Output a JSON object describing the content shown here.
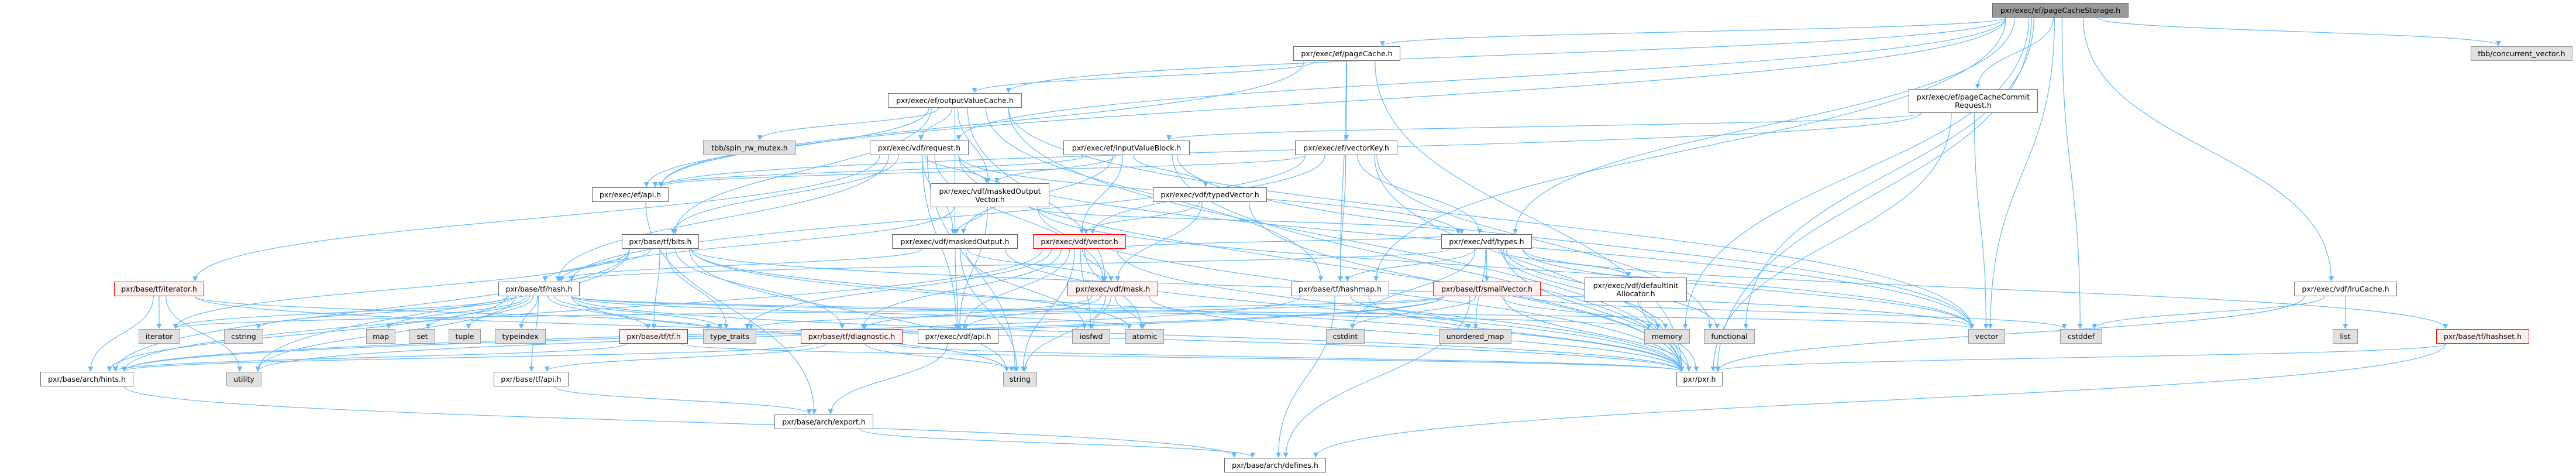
{
  "colors": {
    "edge": "#63b8ff",
    "node_border": "#666666",
    "incomplete_border": "#ff0000",
    "incomplete_fill": "#fff0f0",
    "system_fill": "#e0e0e0",
    "root_fill": "#999999"
  },
  "graph": {
    "nodes": [
      {
        "id": "root",
        "label": "pxr/exec/ef/pageCacheStorage.h",
        "kind": "root"
      },
      {
        "id": "pageCache",
        "label": "pxr/exec/ef/pageCache.h",
        "kind": "normal"
      },
      {
        "id": "concvec",
        "label": "tbb/concurrent_vector.h",
        "kind": "sys"
      },
      {
        "id": "ovc",
        "label": "pxr/exec/ef/outputValueCache.h",
        "kind": "normal"
      },
      {
        "id": "pccr",
        "label": "pxr/exec/ef/pageCacheCommit\nRequest.h",
        "kind": "normal"
      },
      {
        "id": "spin",
        "label": "tbb/spin_rw_mutex.h",
        "kind": "sys"
      },
      {
        "id": "request",
        "label": "pxr/exec/vdf/request.h",
        "kind": "normal"
      },
      {
        "id": "ivb",
        "label": "pxr/exec/ef/inputValueBlock.h",
        "kind": "normal"
      },
      {
        "id": "vectorKey",
        "label": "pxr/exec/ef/vectorKey.h",
        "kind": "normal"
      },
      {
        "id": "efapi",
        "label": "pxr/exec/ef/api.h",
        "kind": "normal"
      },
      {
        "id": "mov",
        "label": "pxr/exec/vdf/maskedOutput\nVector.h",
        "kind": "normal"
      },
      {
        "id": "typedVector",
        "label": "pxr/exec/vdf/typedVector.h",
        "kind": "normal"
      },
      {
        "id": "bits",
        "label": "pxr/base/tf/bits.h",
        "kind": "normal"
      },
      {
        "id": "mo",
        "label": "pxr/exec/vdf/maskedOutput.h",
        "kind": "normal"
      },
      {
        "id": "vdfvector",
        "label": "pxr/exec/vdf/vector.h",
        "kind": "red"
      },
      {
        "id": "types",
        "label": "pxr/exec/vdf/types.h",
        "kind": "normal"
      },
      {
        "id": "tfiterator",
        "label": "pxr/base/tf/iterator.h",
        "kind": "red"
      },
      {
        "id": "hash",
        "label": "pxr/base/tf/hash.h",
        "kind": "normal"
      },
      {
        "id": "mask",
        "label": "pxr/exec/vdf/mask.h",
        "kind": "red"
      },
      {
        "id": "hashmap",
        "label": "pxr/base/tf/hashmap.h",
        "kind": "normal"
      },
      {
        "id": "smallVector",
        "label": "pxr/base/tf/smallVector.h",
        "kind": "red"
      },
      {
        "id": "dia",
        "label": "pxr/exec/vdf/defaultInit\nAllocator.h",
        "kind": "normal"
      },
      {
        "id": "lru",
        "label": "pxr/exec/vdf/lruCache.h",
        "kind": "normal"
      },
      {
        "id": "iterator",
        "label": "iterator",
        "kind": "sys"
      },
      {
        "id": "cstring",
        "label": "cstring",
        "kind": "sys"
      },
      {
        "id": "map",
        "label": "map",
        "kind": "sys"
      },
      {
        "id": "set",
        "label": "set",
        "kind": "sys"
      },
      {
        "id": "tuple",
        "label": "tuple",
        "kind": "sys"
      },
      {
        "id": "typeindex",
        "label": "typeindex",
        "kind": "sys"
      },
      {
        "id": "tf",
        "label": "pxr/base/tf/tf.h",
        "kind": "red"
      },
      {
        "id": "type_traits",
        "label": "type_traits",
        "kind": "sys"
      },
      {
        "id": "diagnostic",
        "label": "pxr/base/tf/diagnostic.h",
        "kind": "red"
      },
      {
        "id": "vdfapi",
        "label": "pxr/exec/vdf/api.h",
        "kind": "normal"
      },
      {
        "id": "iosfwd",
        "label": "iosfwd",
        "kind": "sys"
      },
      {
        "id": "atomic",
        "label": "atomic",
        "kind": "sys"
      },
      {
        "id": "cstdint",
        "label": "cstdint",
        "kind": "sys"
      },
      {
        "id": "unordered_map",
        "label": "unordered_map",
        "kind": "sys"
      },
      {
        "id": "memory",
        "label": "memory",
        "kind": "sys"
      },
      {
        "id": "functional",
        "label": "functional",
        "kind": "sys"
      },
      {
        "id": "vector",
        "label": "vector",
        "kind": "sys"
      },
      {
        "id": "cstddef",
        "label": "cstddef",
        "kind": "sys"
      },
      {
        "id": "list",
        "label": "list",
        "kind": "sys"
      },
      {
        "id": "hashset",
        "label": "pxr/base/tf/hashset.h",
        "kind": "red"
      },
      {
        "id": "hints",
        "label": "pxr/base/arch/hints.h",
        "kind": "normal"
      },
      {
        "id": "utility",
        "label": "utility",
        "kind": "sys"
      },
      {
        "id": "tfapi",
        "label": "pxr/base/tf/api.h",
        "kind": "normal"
      },
      {
        "id": "string",
        "label": "string",
        "kind": "sys"
      },
      {
        "id": "pxr",
        "label": "pxr/pxr.h",
        "kind": "normal"
      },
      {
        "id": "export",
        "label": "pxr/base/arch/export.h",
        "kind": "normal"
      },
      {
        "id": "defines",
        "label": "pxr/base/arch/defines.h",
        "kind": "normal"
      }
    ],
    "edges": [
      [
        "root",
        "pageCache"
      ],
      [
        "root",
        "concvec"
      ],
      [
        "root",
        "pccr"
      ],
      [
        "root",
        "ovc"
      ],
      [
        "root",
        "request"
      ],
      [
        "root",
        "efapi"
      ],
      [
        "root",
        "types"
      ],
      [
        "root",
        "lru"
      ],
      [
        "root",
        "vector"
      ],
      [
        "root",
        "cstddef"
      ],
      [
        "root",
        "functional"
      ],
      [
        "root",
        "memory"
      ],
      [
        "root",
        "pxr"
      ],
      [
        "root",
        "hashmap"
      ],
      [
        "pageCache",
        "vectorKey"
      ],
      [
        "pageCache",
        "ovc"
      ],
      [
        "pageCache",
        "pxr"
      ],
      [
        "pageCache",
        "efapi"
      ],
      [
        "pageCache",
        "hashmap"
      ],
      [
        "pccr",
        "ivb"
      ],
      [
        "pccr",
        "vector"
      ],
      [
        "pccr",
        "pxr"
      ],
      [
        "pccr",
        "efapi"
      ],
      [
        "ovc",
        "spin"
      ],
      [
        "ovc",
        "request"
      ],
      [
        "ovc",
        "mov"
      ],
      [
        "ovc",
        "efapi"
      ],
      [
        "ovc",
        "bits"
      ],
      [
        "ovc",
        "hashmap"
      ],
      [
        "ovc",
        "vector"
      ],
      [
        "ovc",
        "pxr"
      ],
      [
        "ovc",
        "mo"
      ],
      [
        "ovc",
        "mask"
      ],
      [
        "request",
        "mov"
      ],
      [
        "request",
        "mo"
      ],
      [
        "request",
        "mask"
      ],
      [
        "request",
        "vdfapi"
      ],
      [
        "request",
        "bits"
      ],
      [
        "request",
        "hash"
      ],
      [
        "request",
        "tfiterator"
      ],
      [
        "request",
        "types"
      ],
      [
        "request",
        "vector"
      ],
      [
        "request",
        "pxr"
      ],
      [
        "request",
        "string"
      ],
      [
        "ivb",
        "efapi"
      ],
      [
        "ivb",
        "typedVector"
      ],
      [
        "ivb",
        "mo"
      ],
      [
        "ivb",
        "mov"
      ],
      [
        "ivb",
        "vdfvector"
      ],
      [
        "ivb",
        "vector"
      ],
      [
        "ivb",
        "pxr"
      ],
      [
        "vectorKey",
        "efapi"
      ],
      [
        "vectorKey",
        "hashmap"
      ],
      [
        "vectorKey",
        "types"
      ],
      [
        "vectorKey",
        "hash"
      ],
      [
        "vectorKey",
        "pxr"
      ],
      [
        "vectorKey",
        "vdfvector"
      ],
      [
        "vectorKey",
        "functional"
      ],
      [
        "efapi",
        "export"
      ],
      [
        "mov",
        "mo"
      ],
      [
        "mov",
        "vdfapi"
      ],
      [
        "mov",
        "hash"
      ],
      [
        "mov",
        "pxr"
      ],
      [
        "mov",
        "types"
      ],
      [
        "mov",
        "vector"
      ],
      [
        "typedVector",
        "vdfvector"
      ],
      [
        "typedVector",
        "mask"
      ],
      [
        "typedVector",
        "pxr"
      ],
      [
        "bits",
        "hash"
      ],
      [
        "bits",
        "tf"
      ],
      [
        "bits",
        "type_traits"
      ],
      [
        "bits",
        "diagnostic"
      ],
      [
        "bits",
        "hints"
      ],
      [
        "bits",
        "iterator"
      ],
      [
        "bits",
        "utility"
      ],
      [
        "bits",
        "atomic"
      ],
      [
        "bits",
        "string"
      ],
      [
        "bits",
        "vector"
      ],
      [
        "bits",
        "pxr"
      ],
      [
        "mo",
        "mask"
      ],
      [
        "mo",
        "vdfapi"
      ],
      [
        "mo",
        "hash"
      ],
      [
        "mo",
        "string"
      ],
      [
        "mo",
        "pxr"
      ],
      [
        "mo",
        "iosfwd"
      ],
      [
        "vdfvector",
        "mask"
      ],
      [
        "vdfvector",
        "types"
      ],
      [
        "vdfvector",
        "diagnostic"
      ],
      [
        "vdfvector",
        "vdfapi"
      ],
      [
        "vdfvector",
        "type_traits"
      ],
      [
        "vdfvector",
        "iosfwd"
      ],
      [
        "vdfvector",
        "atomic"
      ],
      [
        "vdfvector",
        "string"
      ],
      [
        "vdfvector",
        "pxr"
      ],
      [
        "vdfvector",
        "hints"
      ],
      [
        "types",
        "hashmap"
      ],
      [
        "types",
        "smallVector"
      ],
      [
        "types",
        "dia"
      ],
      [
        "types",
        "memory"
      ],
      [
        "types",
        "functional"
      ],
      [
        "types",
        "cstdint"
      ],
      [
        "types",
        "unordered_map"
      ],
      [
        "types",
        "vector"
      ],
      [
        "types",
        "pxr"
      ],
      [
        "types",
        "hash"
      ],
      [
        "types",
        "hashset"
      ],
      [
        "tfiterator",
        "iterator"
      ],
      [
        "tfiterator",
        "hints"
      ],
      [
        "tfiterator",
        "utility"
      ],
      [
        "tfiterator",
        "type_traits"
      ],
      [
        "tfiterator",
        "pxr"
      ],
      [
        "hash",
        "map"
      ],
      [
        "hash",
        "set"
      ],
      [
        "hash",
        "tuple"
      ],
      [
        "hash",
        "typeindex"
      ],
      [
        "hash",
        "cstring"
      ],
      [
        "hash",
        "iterator"
      ],
      [
        "hash",
        "utility"
      ],
      [
        "hash",
        "type_traits"
      ],
      [
        "hash",
        "string"
      ],
      [
        "hash",
        "memory"
      ],
      [
        "hash",
        "vector"
      ],
      [
        "hash",
        "tf"
      ],
      [
        "hash",
        "tfapi"
      ],
      [
        "hash",
        "hints"
      ],
      [
        "hash",
        "pxr"
      ],
      [
        "hash",
        "atomic"
      ],
      [
        "mask",
        "vdfapi"
      ],
      [
        "mask",
        "diagnostic"
      ],
      [
        "mask",
        "iosfwd"
      ],
      [
        "mask",
        "atomic"
      ],
      [
        "mask",
        "string"
      ],
      [
        "mask",
        "pxr"
      ],
      [
        "hashmap",
        "unordered_map"
      ],
      [
        "hashmap",
        "pxr"
      ],
      [
        "hashmap",
        "hints"
      ],
      [
        "hashmap",
        "defines"
      ],
      [
        "smallVector",
        "memory"
      ],
      [
        "smallVector",
        "type_traits"
      ],
      [
        "smallVector",
        "cstdint"
      ],
      [
        "smallVector",
        "cstddef"
      ],
      [
        "smallVector",
        "iterator"
      ],
      [
        "smallVector",
        "defines"
      ],
      [
        "smallVector",
        "pxr"
      ],
      [
        "smallVector",
        "hints"
      ],
      [
        "smallVector",
        "utility"
      ],
      [
        "dia",
        "memory"
      ],
      [
        "dia",
        "pxr"
      ],
      [
        "lru",
        "list"
      ],
      [
        "lru",
        "cstddef"
      ],
      [
        "lru",
        "pxr"
      ],
      [
        "hashset",
        "pxr"
      ],
      [
        "hashset",
        "defines"
      ],
      [
        "tf",
        "pxr"
      ],
      [
        "tf",
        "hints"
      ],
      [
        "diagnostic",
        "string"
      ],
      [
        "diagnostic",
        "pxr"
      ],
      [
        "diagnostic",
        "tfapi"
      ],
      [
        "diagnostic",
        "hints"
      ],
      [
        "vdfapi",
        "export"
      ],
      [
        "tfapi",
        "export"
      ],
      [
        "hints",
        "defines"
      ],
      [
        "export",
        "defines"
      ]
    ]
  }
}
